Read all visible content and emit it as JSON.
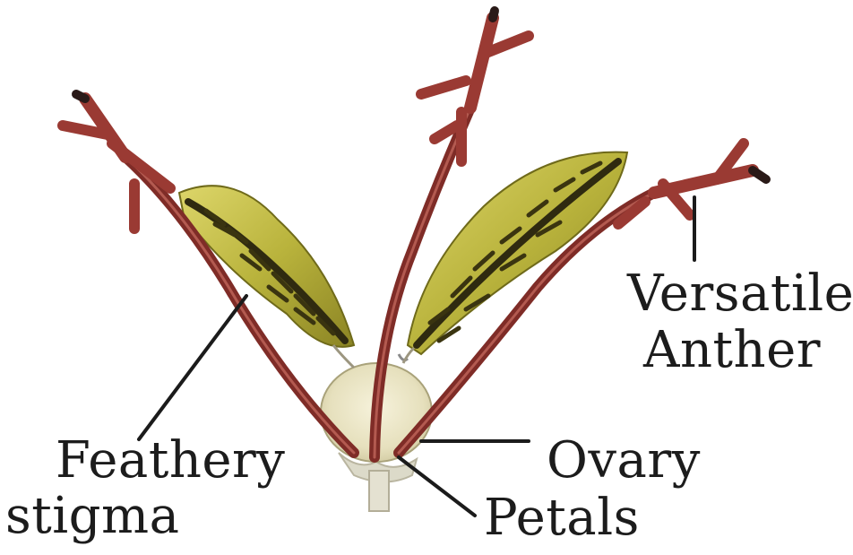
{
  "labels": {
    "versatile_anther_line1": "Versatile",
    "versatile_anther_line2": "Anther",
    "feathery_stigma_line1": "Feathery",
    "feathery_stigma_line2": "stigma",
    "ovary": "Ovary",
    "petals": "Petals"
  },
  "colors": {
    "stigma_fill": "#c9c14a",
    "stigma_dark": "#2f2a10",
    "filament": "#8a2f2a",
    "anther": "#a3423b",
    "ovary_fill": "#ece7c9",
    "leader_line": "#1b1b1b"
  }
}
